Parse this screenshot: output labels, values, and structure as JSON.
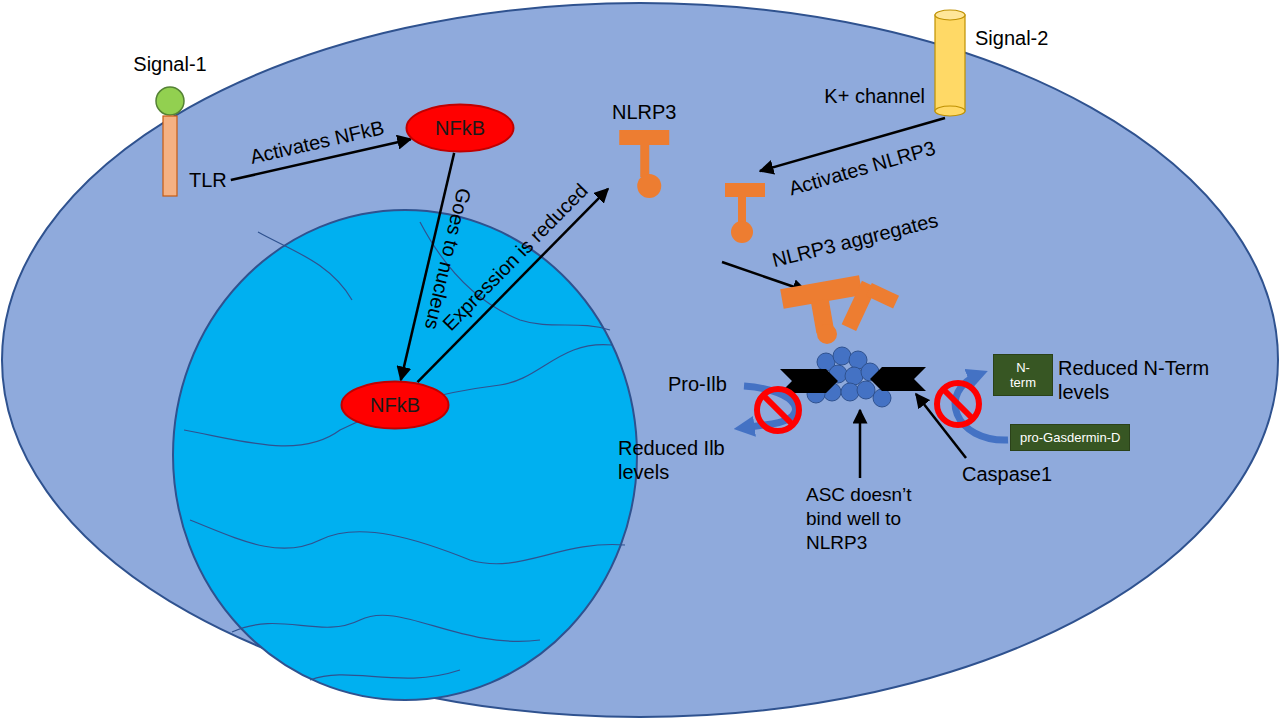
{
  "diagram": {
    "nodes": [
      {
        "text": [
          "Signal-1",
          "TLR"
        ]
      },
      {
        "text": [
          "NFkB"
        ]
      },
      {
        "text": [
          "NFkB"
        ]
      },
      {
        "text": [
          "NLRP3"
        ]
      },
      {
        "text": [
          "Signal-2",
          "K+ channel"
        ]
      },
      {
        "text": [
          "N- term"
        ]
      },
      {
        "text": [
          "pro-Gasdermin-D"
        ]
      }
    ],
    "edges": [
      {
        "from": 0,
        "to": 1,
        "label": "Activates NFkB",
        "arrow": "to"
      },
      {
        "from": 1,
        "to": 2,
        "label": "Goes to nucleus",
        "arrow": "to"
      },
      {
        "from": 2,
        "to": 3,
        "label": "Expression is reduced",
        "arrow": "to"
      }
    ],
    "labels": [
      "Activates NLRP3",
      "NLRP3 aggregates",
      "Pro-Ilb",
      "Reduced Ilb levels",
      "ASC doesn’t bind well to NLRP3",
      "Caspase1",
      "Reduced N-Term levels"
    ]
  }
}
